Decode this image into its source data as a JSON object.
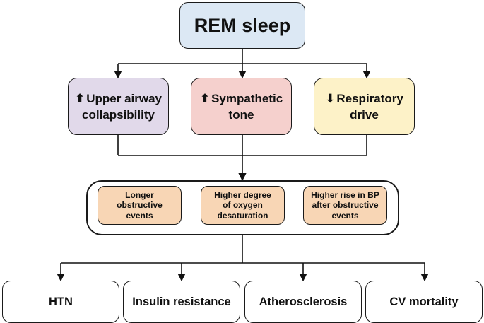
{
  "diagram": {
    "top_node": {
      "label": "REM sleep",
      "fill": "#dce8f4"
    },
    "mechanisms": [
      {
        "arrow": "up-arrow-icon",
        "glyph": "🠝",
        "line1": "Upper airway",
        "line2": "collapsibility",
        "fill": "#e1d9ea"
      },
      {
        "arrow": "up-arrow-icon",
        "glyph": "🠝",
        "line1": "Sympathetic",
        "line2": "tone",
        "fill": "#f5d0cd"
      },
      {
        "arrow": "down-arrow-icon",
        "glyph": "🠟",
        "line1": "Respiratory",
        "line2": "drive",
        "fill": "#fdf2c8"
      }
    ],
    "consequences": [
      {
        "lines": [
          "Longer",
          "obstructive",
          "events"
        ],
        "fill": "#f8d6b5"
      },
      {
        "lines": [
          "Higher degree",
          "of oxygen",
          "desaturation"
        ],
        "fill": "#f8d6b5"
      },
      {
        "lines": [
          "Higher rise in BP",
          "after obstructive",
          "events"
        ],
        "fill": "#f8d6b5"
      }
    ],
    "outcomes": [
      {
        "label": "HTN"
      },
      {
        "label": "Insulin resistance"
      },
      {
        "label": "Atherosclerosis"
      },
      {
        "label": "CV mortality"
      }
    ]
  }
}
